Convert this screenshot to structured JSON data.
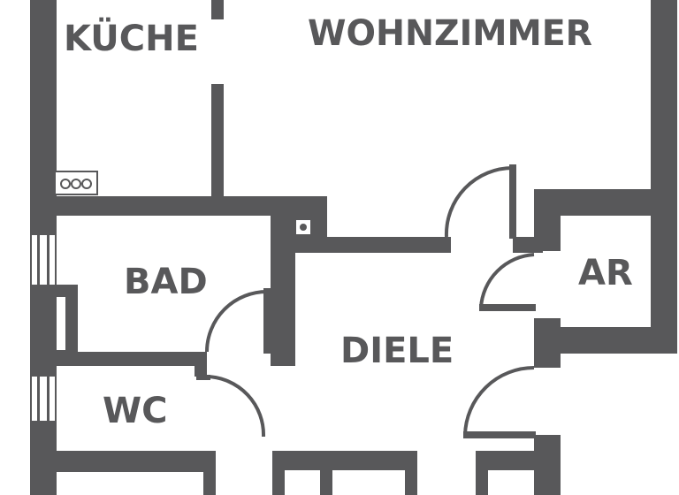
{
  "plan": {
    "colors": {
      "wall": "#58585a",
      "background": "#ffffff"
    },
    "rooms": [
      {
        "id": "kueche",
        "label": "KÜCHE"
      },
      {
        "id": "wohnzimmer",
        "label": "WOHNZIMMER"
      },
      {
        "id": "bad",
        "label": "BAD"
      },
      {
        "id": "ar",
        "label": "AR"
      },
      {
        "id": "diele",
        "label": "DIELE"
      },
      {
        "id": "wc",
        "label": "WC"
      }
    ],
    "icons": [
      "stove-icon",
      "window-icon",
      "door-swing-icon",
      "drain-icon"
    ]
  }
}
